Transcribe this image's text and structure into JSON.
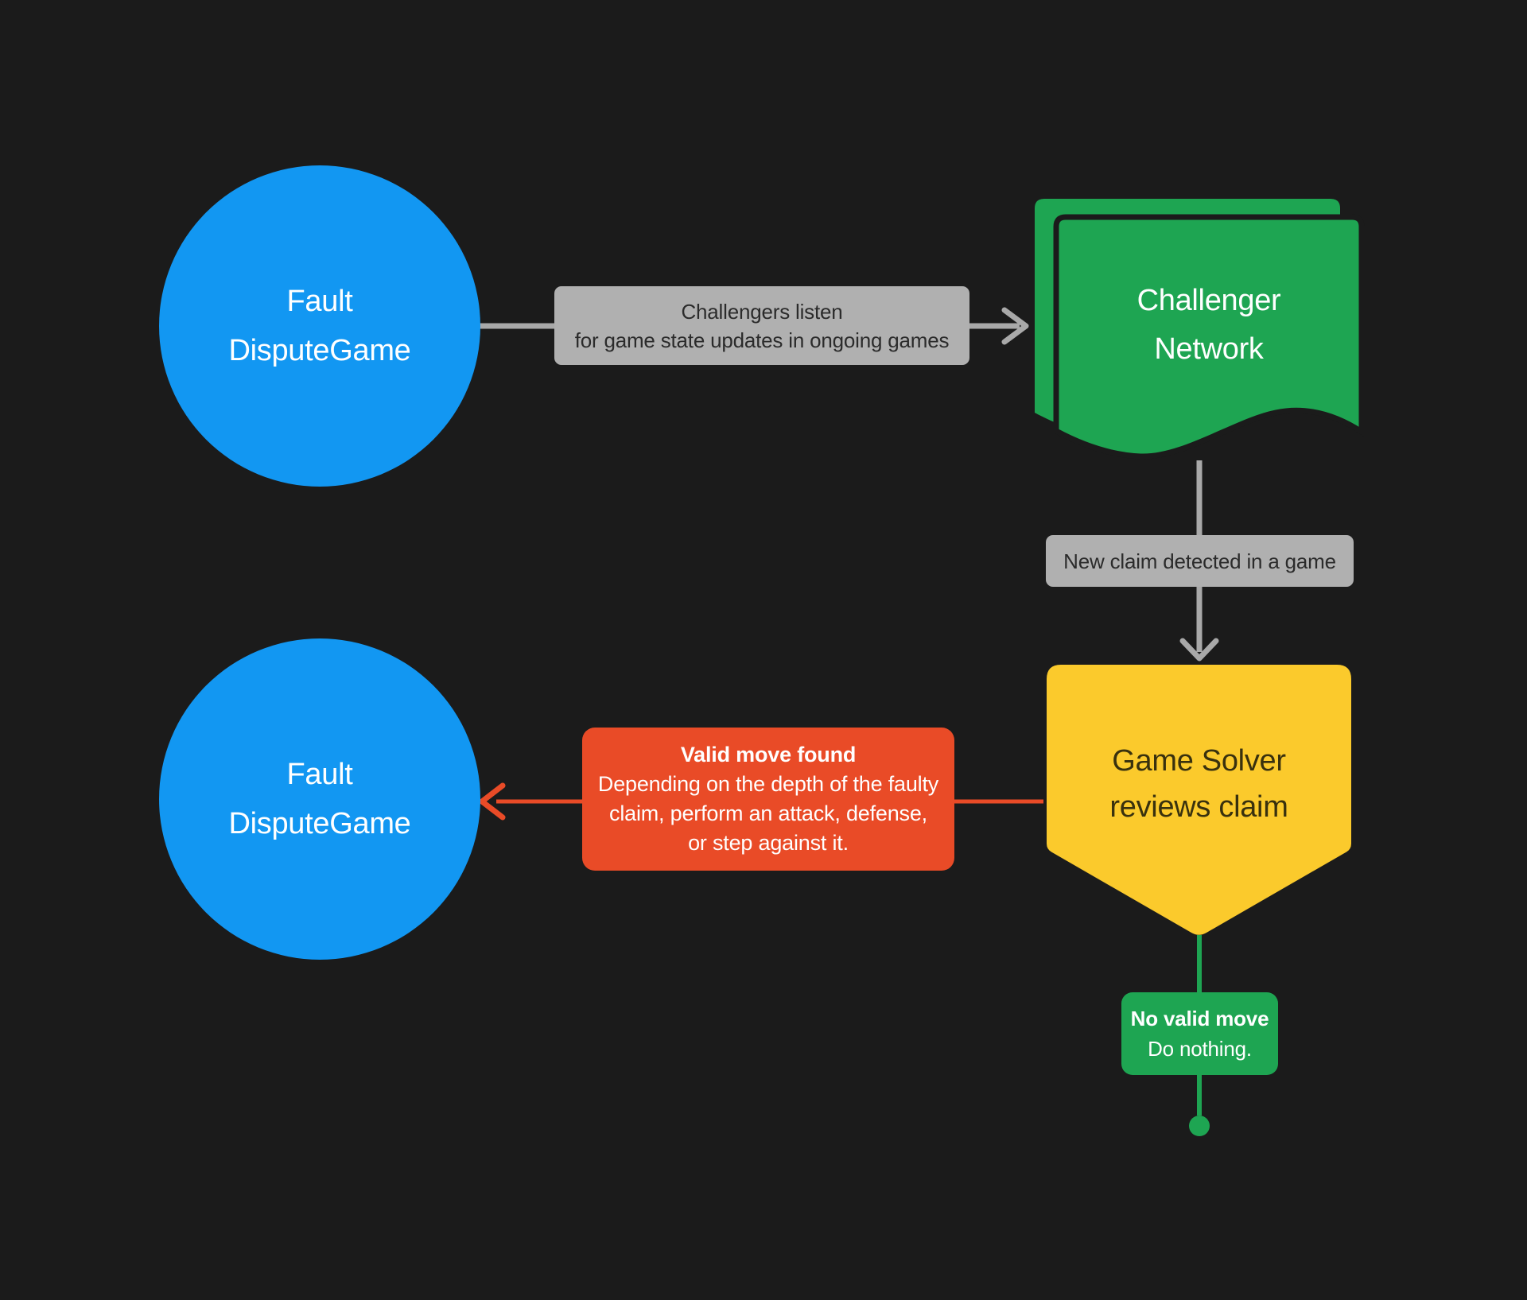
{
  "background": "#1B1B1B",
  "colors": {
    "node_blue": "#1297F2",
    "node_green": "#1EA552",
    "node_yellow": "#FBCA2C",
    "alert_red": "#E94B27",
    "label_gray_bg": "#B0B0B0",
    "label_gray_text": "#2B2B2B",
    "arrow_gray": "#A9A9A9",
    "node_text_white": "#FFFFFF",
    "yellow_node_text": "#39310E"
  },
  "nodes": {
    "fault_top": {
      "line1": "Fault",
      "line2": "DisputeGame"
    },
    "challenger": {
      "line1": "Challenger",
      "line2": "Network"
    },
    "game_solver": {
      "line1": "Game Solver",
      "line2": "reviews claim"
    },
    "fault_bottom": {
      "line1": "Fault",
      "line2": "DisputeGame"
    }
  },
  "edges": {
    "listen": {
      "line1": "Challengers listen",
      "line2": "for game state updates in ongoing games"
    },
    "new_claim": {
      "text": "New claim detected in a game"
    },
    "valid_move": {
      "title": "Valid move found",
      "line1": "Depending on the depth of the faulty",
      "line2": "claim, perform an attack, defense,",
      "line3": "or step against it."
    },
    "no_valid_move": {
      "title": "No valid move",
      "line1": "Do nothing."
    }
  }
}
